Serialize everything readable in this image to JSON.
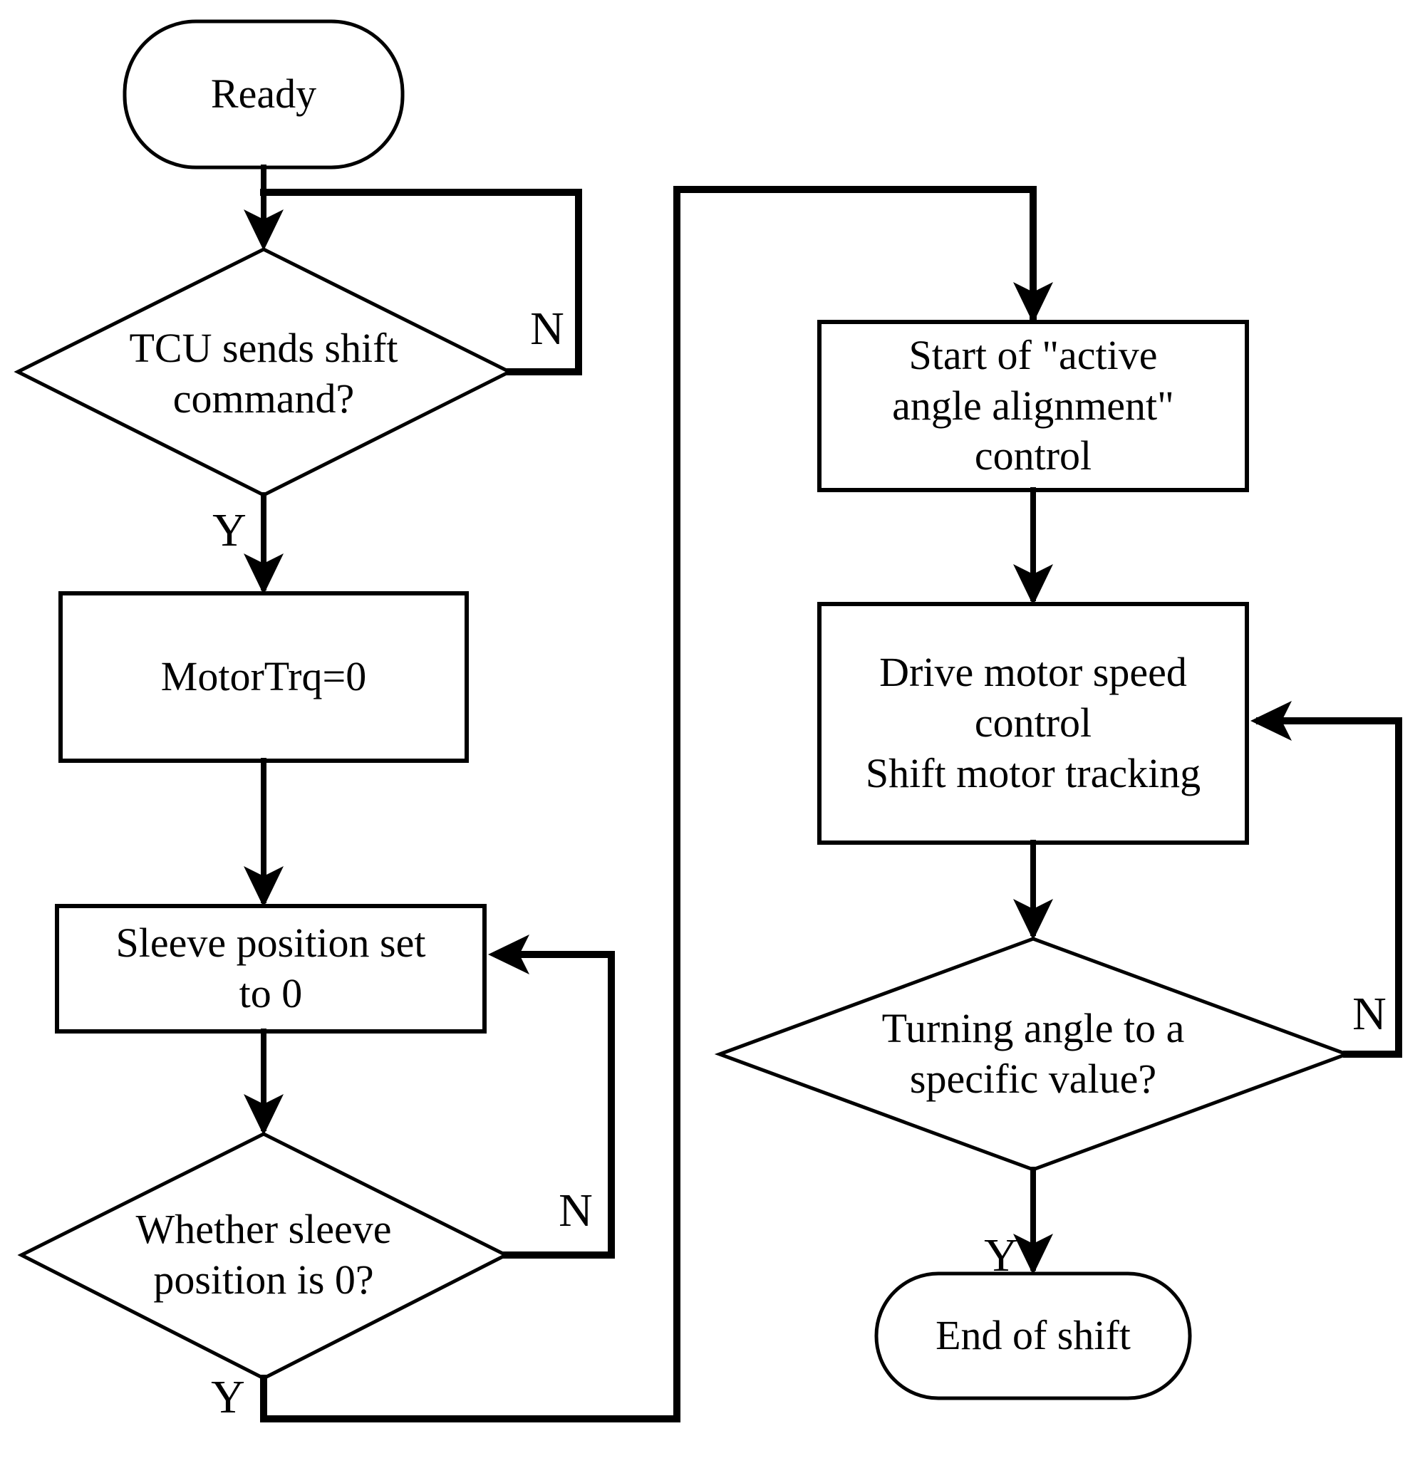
{
  "diagram": {
    "background": "#ffffff",
    "line_color": "#000000",
    "nodes": {
      "ready": {
        "type": "terminator",
        "label": "Ready"
      },
      "tcu_shift_command": {
        "type": "decision",
        "label": "TCU sends shift\ncommand?"
      },
      "motor_trq": {
        "type": "process",
        "label": "MotorTrq=0"
      },
      "sleeve_position_set": {
        "type": "process",
        "label": "Sleeve position set\nto 0"
      },
      "sleeve_position_check": {
        "type": "decision",
        "label": "Whether sleeve\nposition is 0?"
      },
      "active_angle_alignment": {
        "type": "process",
        "label": "Start of \"active\nangle alignment\"\ncontrol"
      },
      "drive_motor_speed": {
        "type": "process",
        "label": "Drive motor speed\ncontrol\nShift motor tracking"
      },
      "turning_angle_check": {
        "type": "decision",
        "label": "Turning angle to a\nspecific value?"
      },
      "end_of_shift": {
        "type": "terminator",
        "label": "End of shift"
      }
    },
    "edge_labels": {
      "tcu_no": "N",
      "tcu_yes": "Y",
      "sleeve_no": "N",
      "sleeve_yes": "Y",
      "turning_no": "N",
      "turning_yes": "Y"
    }
  }
}
